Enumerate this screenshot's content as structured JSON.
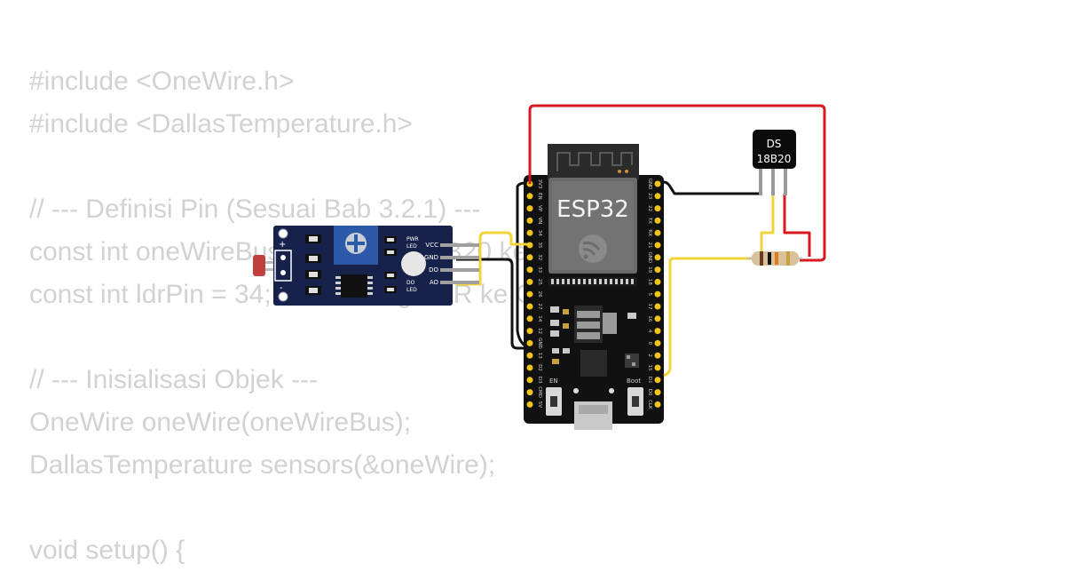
{
  "code": {
    "lines": [
      "#include <OneWire.h>",
      "#include <DallasTemperature.h>",
      "",
      "// --- Definisi Pin (Sesuai Bab 3.2.1) ---",
      "const int oneWireBus = 15; // DS18B20 ke GPIO 15",
      "const int ldrPin = 34;     // Analog LDR ke GPIO 34",
      "",
      "// --- Inisialisasi Objek ---",
      "OneWire oneWire(oneWireBus);",
      "DallasTemperature sensors(&oneWire);",
      "",
      "void setup() {"
    ]
  },
  "esp32": {
    "label": "ESP32",
    "left_pins": [
      "3V3",
      "EN",
      "VP",
      "VN",
      "34",
      "35",
      "32",
      "33",
      "25",
      "26",
      "27",
      "14",
      "12",
      "GND",
      "13",
      "D2",
      "D3",
      "CMD",
      "5V"
    ],
    "right_pins": [
      "GND",
      "23",
      "22",
      "TX",
      "RX",
      "21",
      "GND",
      "19",
      "18",
      "5",
      "17",
      "16",
      "4",
      "0",
      "2",
      "15",
      "D1",
      "D0",
      "CLK"
    ],
    "en_label": "EN",
    "boot_label": "Boot"
  },
  "ds18b20": {
    "line1": "DS",
    "line2": "18B20"
  },
  "ldr_module": {
    "pwr_led_line1": "PWR",
    "pwr_led_line2": "LED",
    "do_led_line1": "DO",
    "do_led_line2": "LED",
    "pins": [
      "VCC",
      "GND",
      "DO",
      "AO"
    ],
    "plus": "+",
    "minus": "-"
  },
  "colors": {
    "wire_red": "#d71920",
    "wire_yellow": "#f2d33a",
    "wire_black": "#111111",
    "board": "#111111",
    "module_blue": "#17224a",
    "pot_blue": "#2d5aa8",
    "code_text": "#d2d2d2"
  }
}
